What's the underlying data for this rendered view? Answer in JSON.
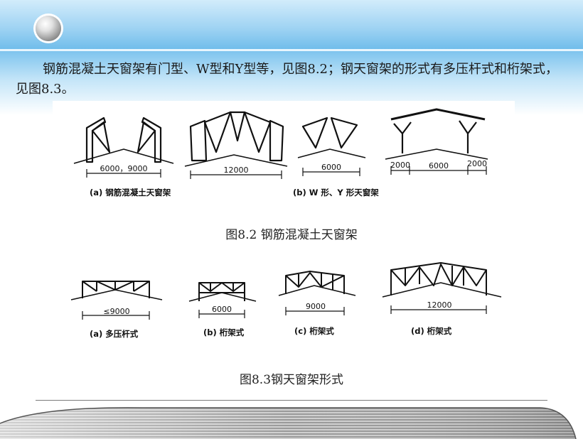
{
  "paragraph": "钢筋混凝土天窗架有门型、W型和Y型等，见图8.2；钢天窗架的形式有多压杆式和桁架式，见图8.3。",
  "figure1": {
    "caption": "图8.2  钢筋混凝土天窗架",
    "dims": [
      "6000，9000",
      "12000",
      "6000",
      "2000",
      "6000",
      "2000"
    ],
    "labels": [
      "(a) 钢筋混凝土天窗架",
      "(b) W 形、Y 形天窗架"
    ]
  },
  "figure2": {
    "caption": "图8.3钢天窗架形式",
    "dims": [
      "≤9000",
      "6000",
      "9000",
      "12000"
    ],
    "labels": [
      "(a) 多压杆式",
      "(b) 桁架式",
      "(c) 桁架式",
      "(d) 桁架式"
    ]
  },
  "colors": {
    "top_band": "#9fd3f3",
    "ink": "#111111"
  }
}
